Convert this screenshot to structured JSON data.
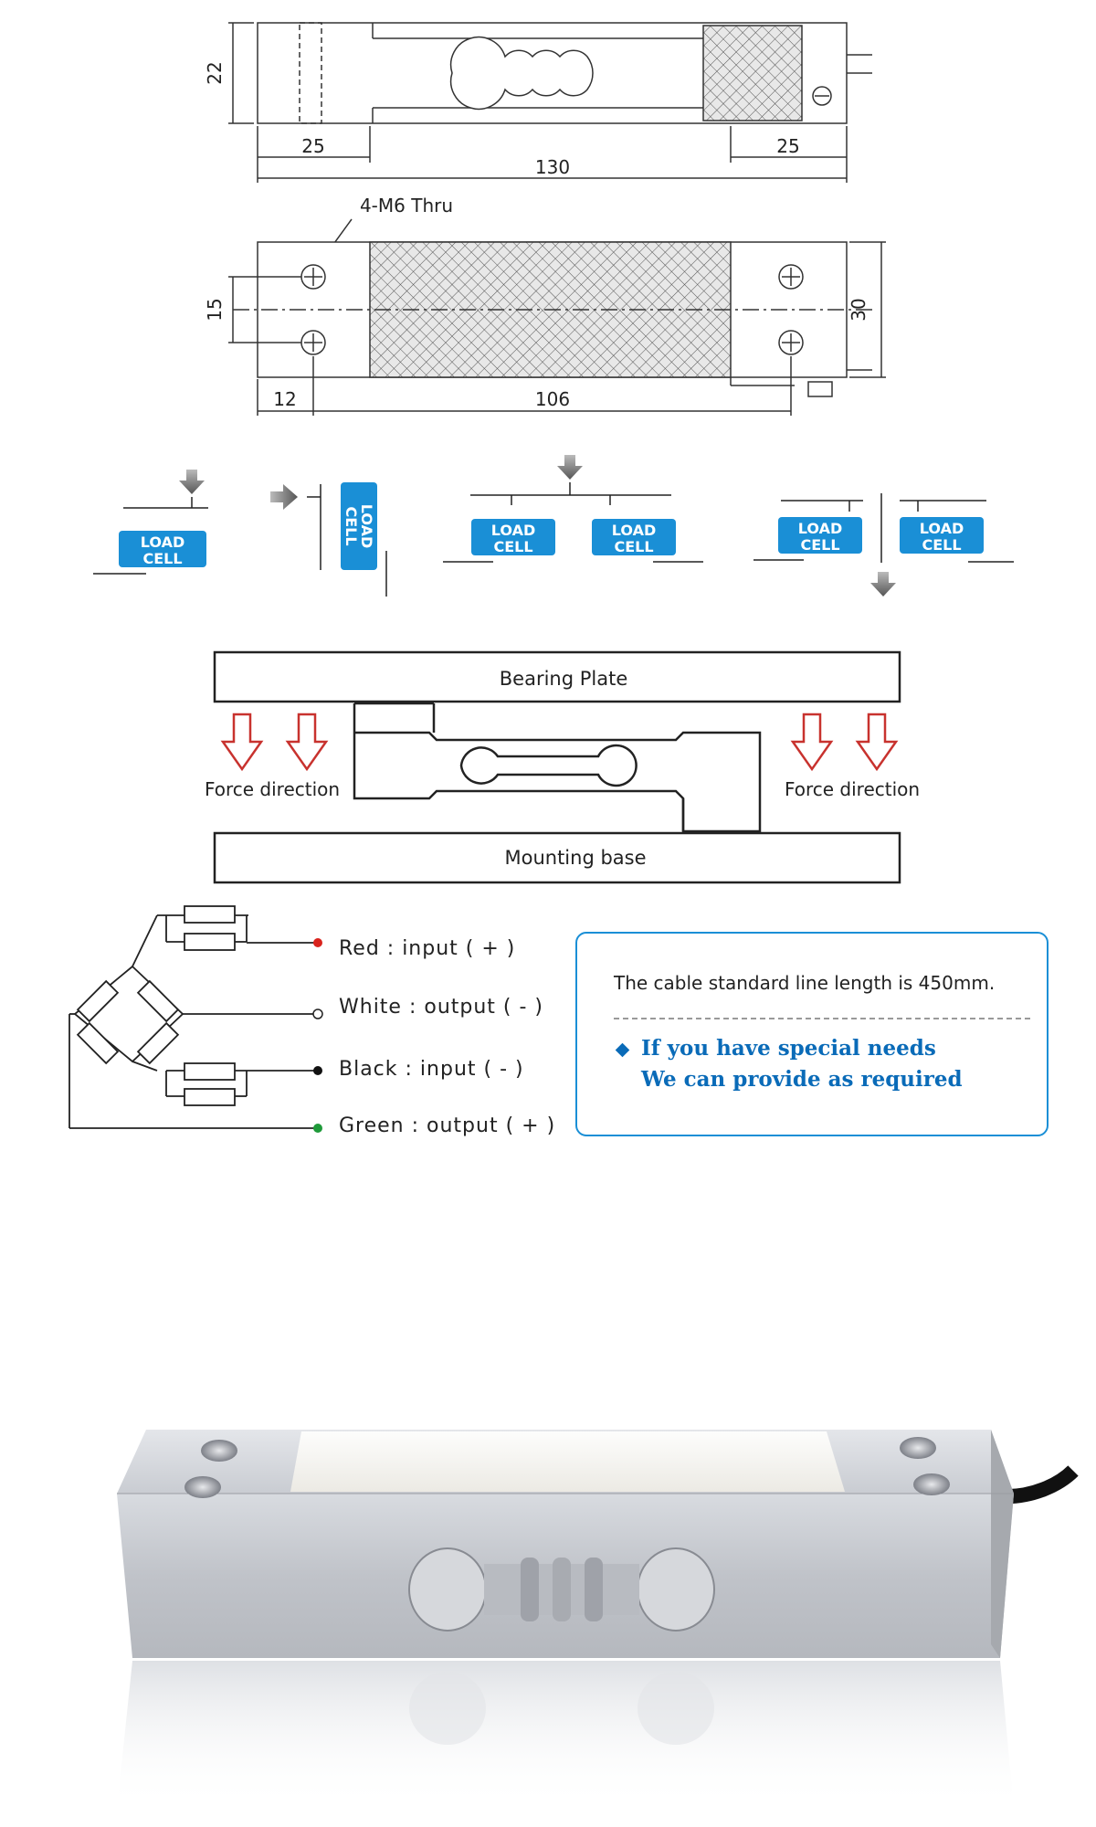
{
  "drawing": {
    "side_view": {
      "dim_height": "22",
      "dim_left": "25",
      "dim_right": "25",
      "dim_length": "130"
    },
    "top_view": {
      "hole_label": "4-M6 Thru",
      "dim_hole_spacing": "15",
      "dim_width": "30",
      "dim_edge": "12",
      "dim_span": "106"
    }
  },
  "mounting": {
    "load_cell_label_line1": "LOAD",
    "load_cell_label_line2": "CELL",
    "badge_color": "#1a8fd6"
  },
  "force": {
    "bearing_plate": "Bearing Plate",
    "mounting_base": "Mounting base",
    "force_left": "Force direction",
    "force_right": "Force direction",
    "arrow_color": "#c8322e"
  },
  "wiring": {
    "wires": [
      {
        "label": "Red : input ( + )",
        "color": "#d9231d"
      },
      {
        "label": "White : output ( - )",
        "color": "#ffffff"
      },
      {
        "label": "Black : input ( - )",
        "color": "#111111"
      },
      {
        "label": "Green : output ( + )",
        "color": "#1f9a3a"
      }
    ]
  },
  "note": {
    "cable_text": "The cable standard line length is 450mm.",
    "special_line1": "If you have special needs",
    "special_line2": "We can provide as required",
    "accent_color": "#0a6bb8"
  }
}
